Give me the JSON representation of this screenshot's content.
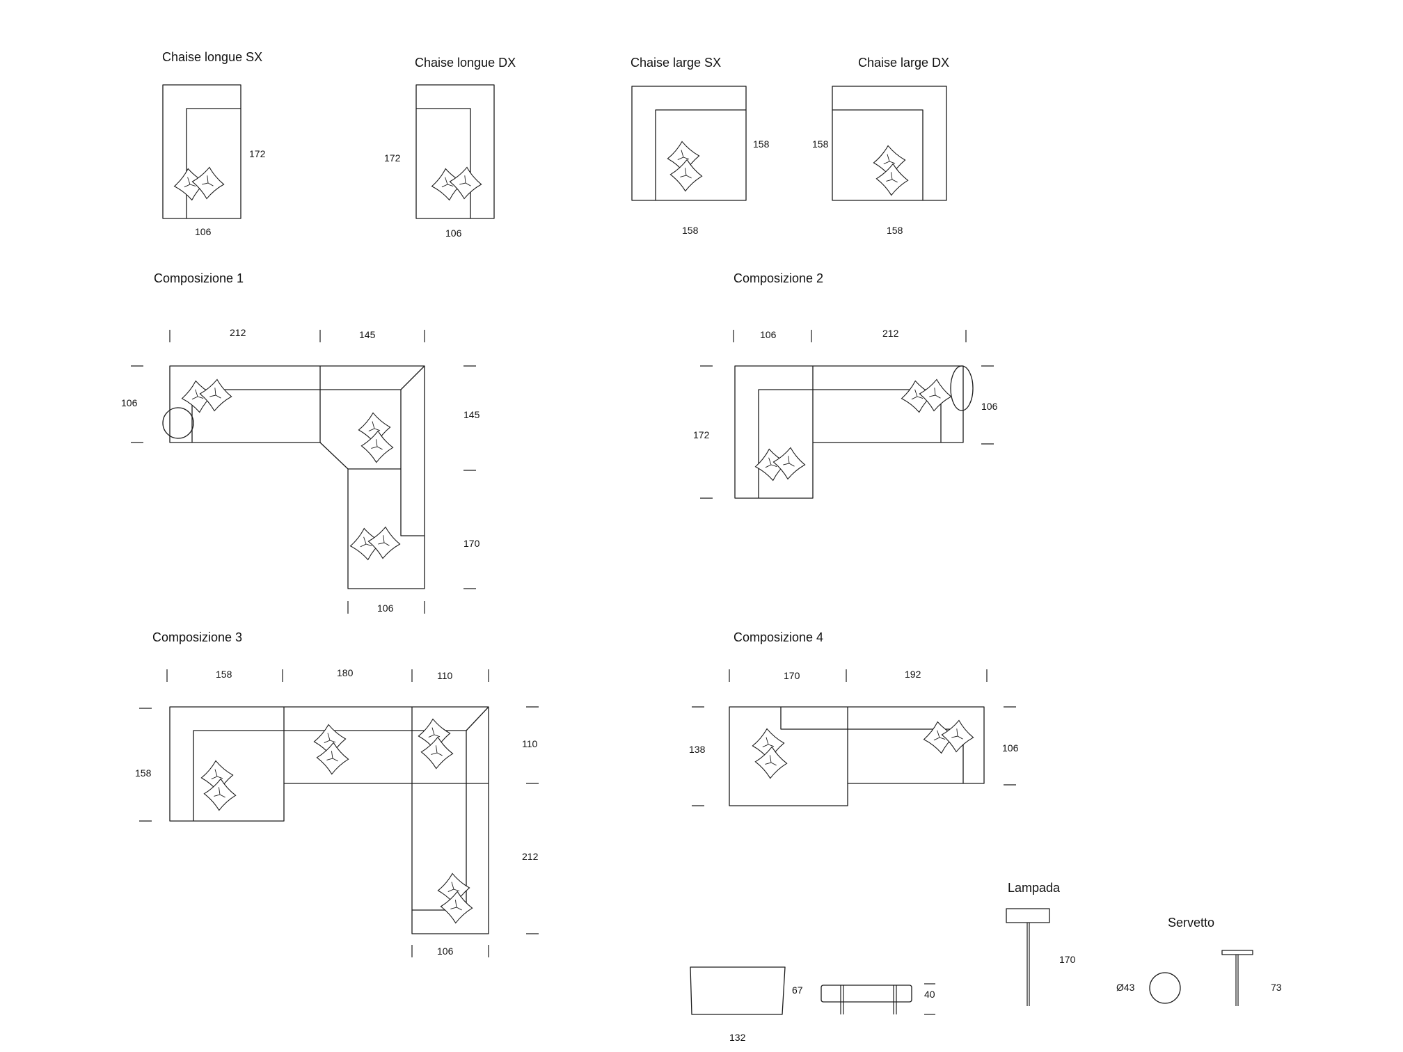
{
  "modules": {
    "chaise_longue_sx": {
      "title": "Chaise longue SX",
      "depth": "172",
      "width": "106"
    },
    "chaise_longue_dx": {
      "title": "Chaise longue DX",
      "depth": "172",
      "width": "106"
    },
    "chaise_large_sx": {
      "title": "Chaise large SX",
      "depth": "158",
      "width": "158"
    },
    "chaise_large_dx": {
      "title": "Chaise large DX",
      "depth": "158",
      "width": "158"
    }
  },
  "compositions": {
    "c1": {
      "title": "Composizione 1",
      "top_a": "212",
      "top_b": "145",
      "left": "106",
      "right_a": "145",
      "right_b": "170",
      "bottom": "106"
    },
    "c2": {
      "title": "Composizione 2",
      "top_a": "106",
      "top_b": "212",
      "left": "172",
      "right": "106"
    },
    "c3": {
      "title": "Composizione 3",
      "top_a": "158",
      "top_b": "180",
      "top_c": "110",
      "left": "158",
      "right_a": "110",
      "right_b": "212",
      "bottom": "106"
    },
    "c4": {
      "title": "Composizione 4",
      "top_a": "170",
      "top_b": "192",
      "left": "138",
      "right": "106"
    }
  },
  "accessories": {
    "table": {
      "depth": "67",
      "width": "132"
    },
    "bench": {
      "height": "40"
    },
    "lampada": {
      "title": "Lampada",
      "height": "170"
    },
    "servetto": {
      "title": "Servetto",
      "diameter": "Ø43",
      "height": "73"
    }
  }
}
